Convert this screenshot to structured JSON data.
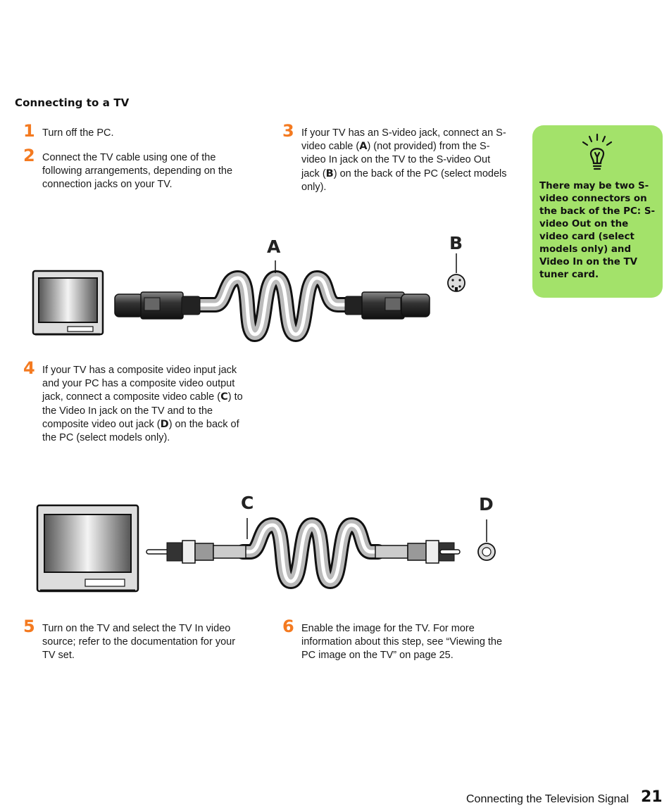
{
  "section": {
    "title": "Connecting to a TV"
  },
  "steps": [
    {
      "num": "1",
      "text": "Turn off the PC."
    },
    {
      "num": "2",
      "text": "Connect the TV cable using one of the following arrangements, depending on the connection jacks on your TV."
    },
    {
      "num": "3",
      "parts": [
        "If your TV has an S-video jack, connect an S-video cable (",
        "A",
        ") (not provided) from the S-video In jack on the TV to the S-video Out jack (",
        "B",
        ") on the back of the PC (select models only)."
      ]
    },
    {
      "num": "4",
      "parts": [
        "If your TV has a composite video input jack and your PC has a composite video output jack, connect a composite video cable (",
        "C",
        ") to the Video In jack on the TV and to the composite video out jack (",
        "D",
        ") on the back of the PC (select models only)."
      ]
    },
    {
      "num": "5",
      "text": "Turn on the TV and select the TV In video source; refer to the documentation for your TV set."
    },
    {
      "num": "6",
      "text": "Enable the image for the TV. For more information about this step, see “Viewing the PC image on the TV” on page 25."
    }
  ],
  "tip": {
    "icon": "lightbulb-icon",
    "text": "There may be two S-video connectors on the back of the PC: S-video Out on the video card (select models only) and Video In on the TV tuner card."
  },
  "figures": {
    "svideo": {
      "cable_label": "A",
      "jack_label": "B"
    },
    "composite": {
      "cable_label": "C",
      "jack_label": "D"
    }
  },
  "footer": {
    "title": "Connecting the Television Signal",
    "page": "21"
  },
  "colors": {
    "step_number": "#f47a20",
    "tip_background": "#a3e26a"
  }
}
